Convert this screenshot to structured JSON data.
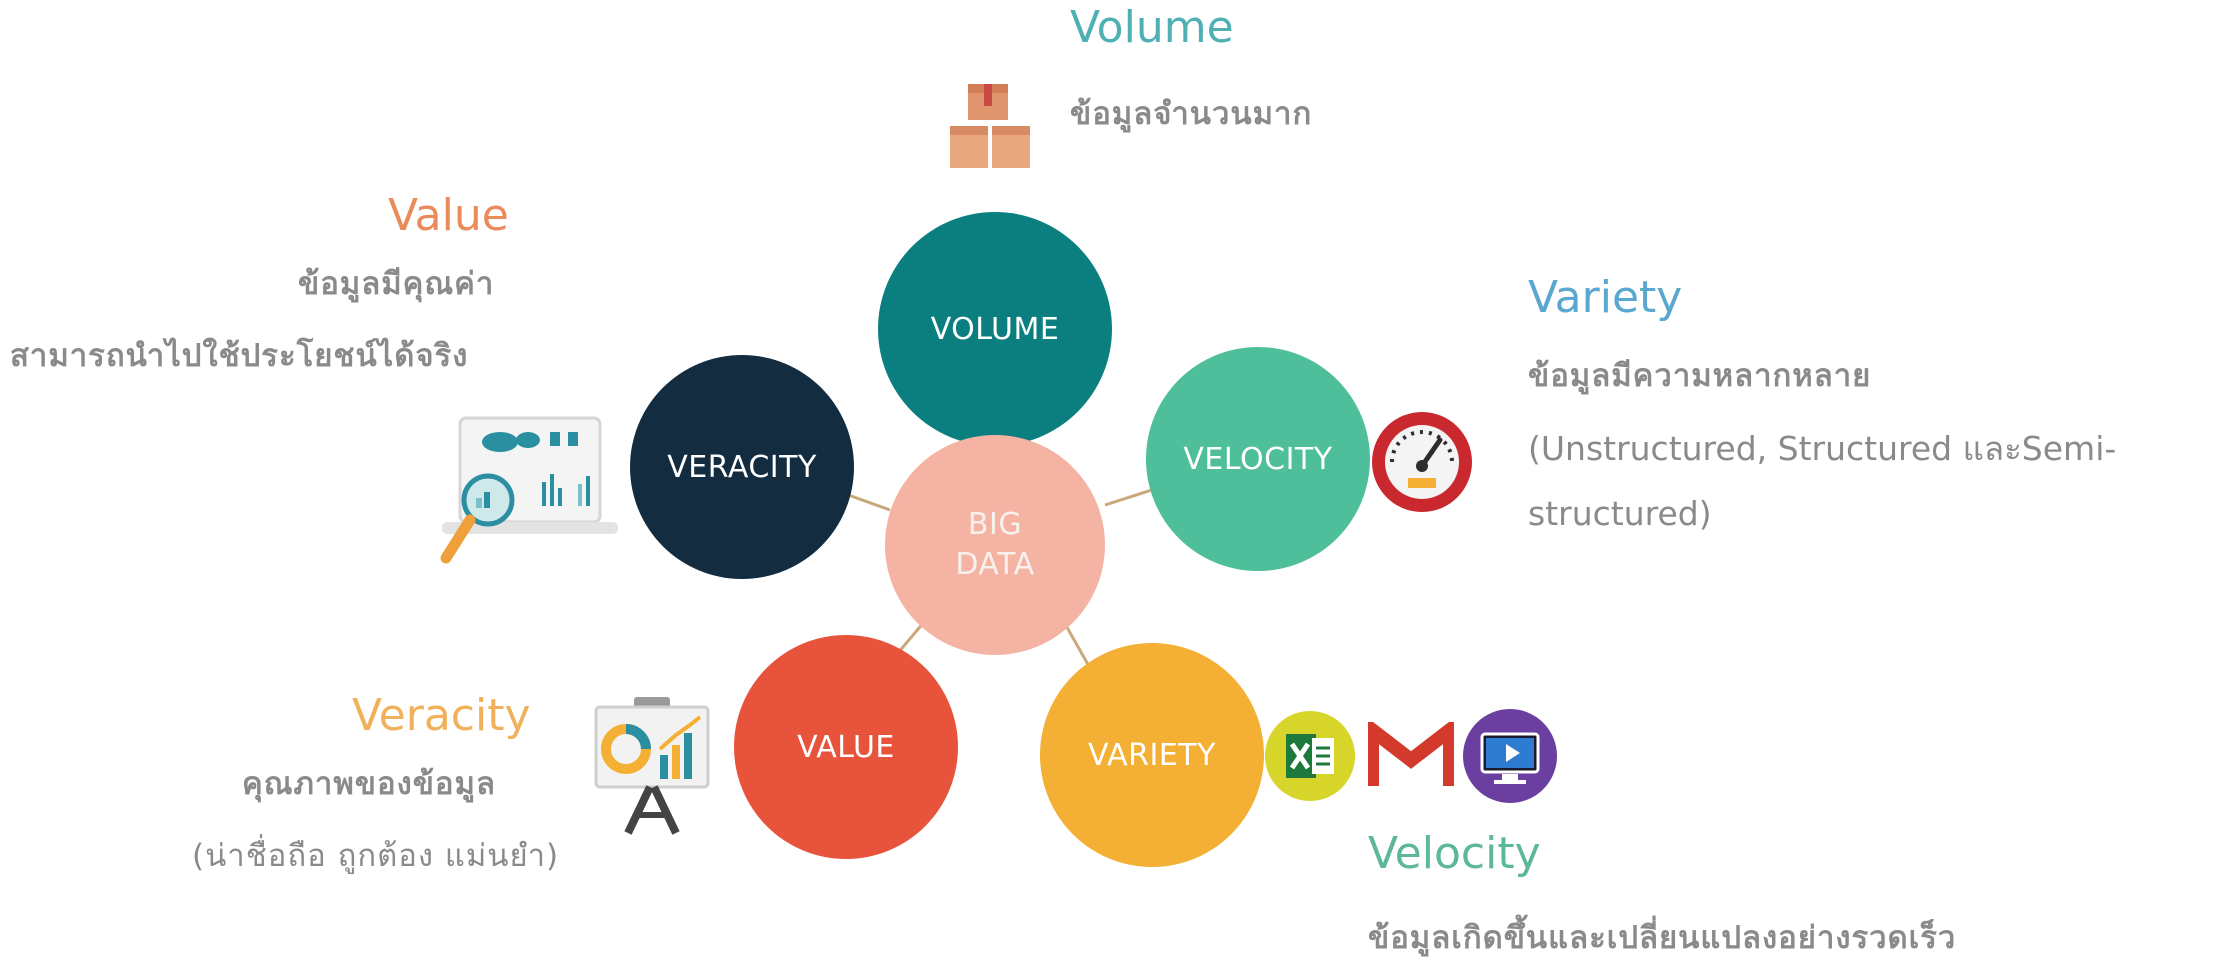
{
  "diagram": {
    "center": {
      "label": "BIG\nDATA",
      "color": "#f5b4a3"
    },
    "nodes": [
      {
        "id": "volume",
        "label": "VOLUME",
        "color": "#0b7f80"
      },
      {
        "id": "velocity",
        "label": "VELOCITY",
        "color": "#4ebf9a"
      },
      {
        "id": "variety",
        "label": "VARIETY",
        "color": "#f3b034"
      },
      {
        "id": "value",
        "label": "VALUE",
        "color": "#e8533b"
      },
      {
        "id": "veracity",
        "label": "VERACITY",
        "color": "#132c40"
      }
    ],
    "connector_color": "#c9a97a"
  },
  "annotations": {
    "volume": {
      "title": "Volume",
      "title_color": "#4fb0b3",
      "lines": [
        "ข้อมูลจำนวนมาก"
      ],
      "icon": "boxes-icon"
    },
    "value": {
      "title": "Value",
      "title_color": "#e98b5b",
      "lines": [
        "ข้อมูลมีคุณค่า",
        "สามารถนำไปใช้ประโยชน์ได้จริง"
      ],
      "icon": "analytics-laptop-icon"
    },
    "variety": {
      "title": "Variety",
      "title_color": "#5aa7d0",
      "lines": [
        "ข้อมูลมีความหลากหลาย",
        "(Unstructured, Structured และSemi-",
        "structured)"
      ],
      "icon": "speedometer-icon"
    },
    "veracity": {
      "title": "Veracity",
      "title_color": "#f0b15a",
      "lines": [
        "คุณภาพของข้อมูล",
        "(น่าชื่อถือ ถูกต้อง แม่นยำ)"
      ],
      "icon": "presentation-board-icon"
    },
    "velocity": {
      "title": "Velocity",
      "title_color": "#5cb896",
      "lines": [
        "ข้อมูลเกิดขึ้นและเปลี่ยนแปลงอย่างรวดเร็ว"
      ],
      "icons": [
        "excel-icon",
        "gmail-icon",
        "video-player-icon"
      ]
    }
  }
}
